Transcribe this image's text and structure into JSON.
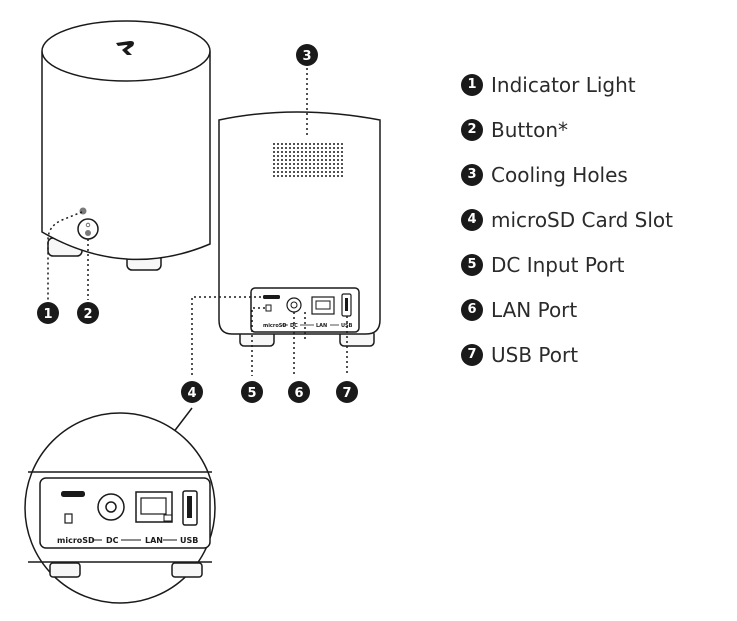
{
  "legend": [
    {
      "num": "1",
      "label": "Indicator Light"
    },
    {
      "num": "2",
      "label": "Button*"
    },
    {
      "num": "3",
      "label": "Cooling Holes"
    },
    {
      "num": "4",
      "label": "microSD Card Slot"
    },
    {
      "num": "5",
      "label": "DC Input Port"
    },
    {
      "num": "6",
      "label": "LAN Port"
    },
    {
      "num": "7",
      "label": "USB Port"
    }
  ],
  "port_labels": {
    "microsd": "microSD",
    "dc": "DC",
    "lan": "LAN",
    "usb": "USB"
  },
  "colors": {
    "outline": "#1a1a1a",
    "badge": "#1a1a1a",
    "body_fill": "#f7f7f7"
  }
}
